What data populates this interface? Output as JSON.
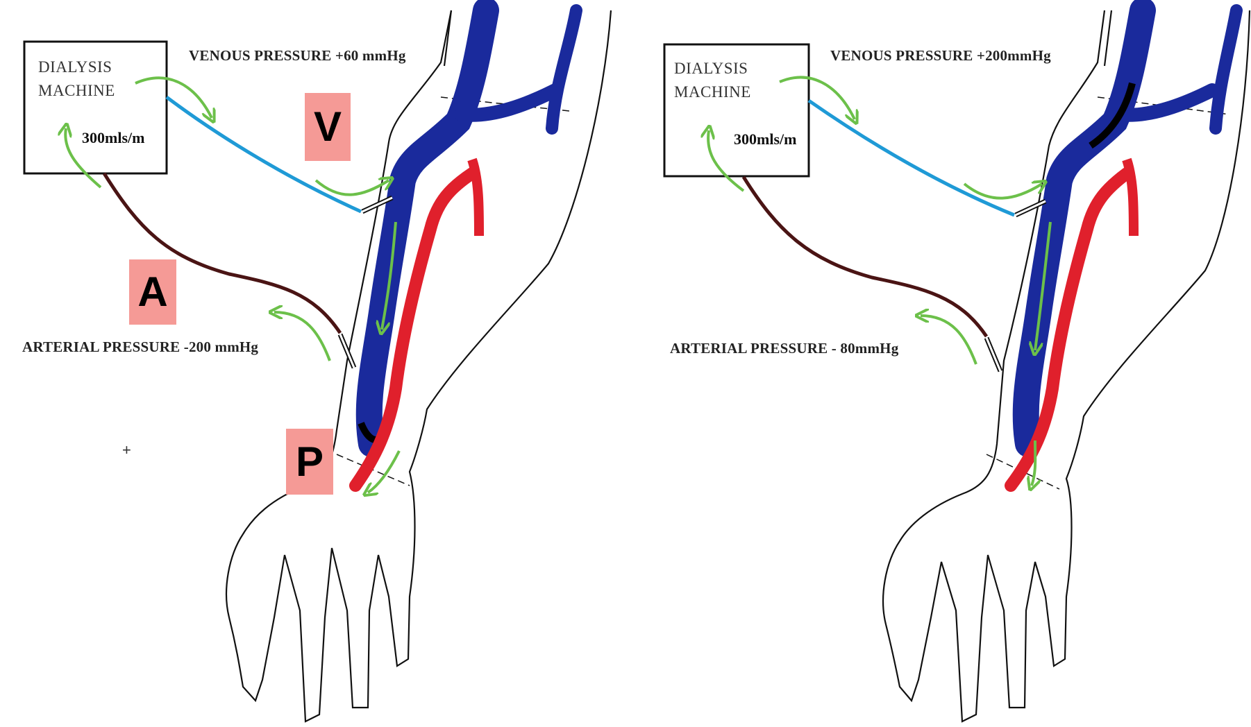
{
  "panels": [
    {
      "machine": {
        "line1": "DIALYSIS",
        "line2": "MACHINE",
        "flow": "300mls/m"
      },
      "venous_pressure": "VENOUS PRESSURE +60   mmHg",
      "arterial_pressure": "ARTERIAL PRESSURE -200  mmHg",
      "tags": {
        "venous": "V",
        "arterial": "A",
        "puncture": "P"
      },
      "marker": "+"
    },
    {
      "machine": {
        "line1": "DIALYSIS",
        "line2": "MACHINE",
        "flow": "300mls/m"
      },
      "venous_pressure": "VENOUS PRESSURE +200mmHg",
      "arterial_pressure": "ARTERIAL PRESSURE - 80mmHg"
    }
  ],
  "colors": {
    "vein": "#1a2a9c",
    "artery": "#e0202c",
    "venous_line": "#1f9ad6",
    "arterial_line": "#4a1414",
    "flow_arrow": "#6cc04a",
    "tag_bg": "#f59a96",
    "outline": "#111111"
  }
}
